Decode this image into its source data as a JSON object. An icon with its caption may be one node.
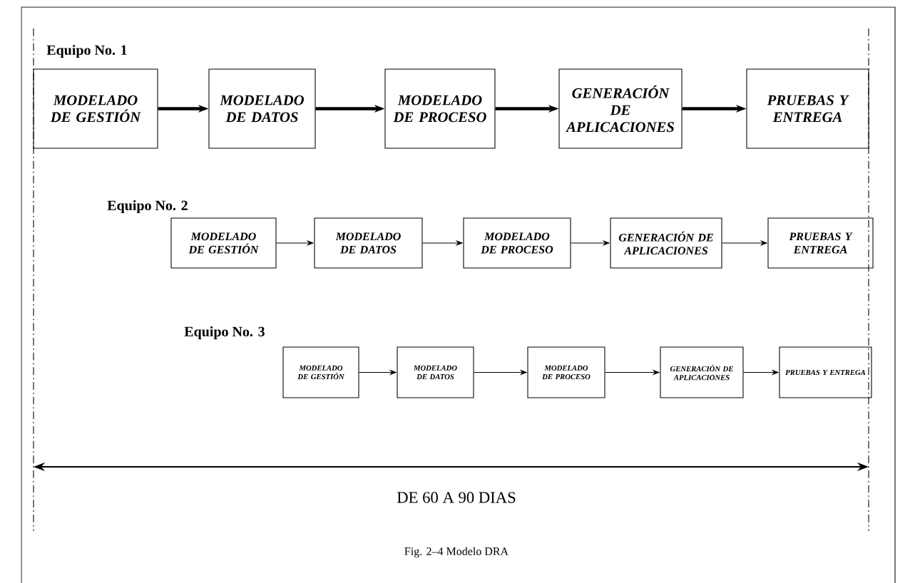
{
  "diagram": {
    "caption": "Fig. 2–4 Modelo DRA",
    "nodes": [
      {
        "text": [
          "MODELADO DE GESTIÓN"
        ]
      },
      {
        "text": [
          "MODELADO DE DATOS"
        ]
      },
      {
        "text": [
          "MODELADO DE PROCESO"
        ]
      },
      {
        "text": [
          "GENERACIÓN DE APLICACIONES"
        ]
      },
      {
        "text": [
          "PRUEBAS Y ENTREGA"
        ]
      },
      {
        "text": [
          "MODELADO DE GESTIÓN"
        ]
      },
      {
        "text": [
          "MODELADO DE DATOS"
        ]
      },
      {
        "text": [
          "MODELADO DE PROCESO"
        ]
      },
      {
        "text": [
          "GENERACIÓN DE APLICACIONES"
        ]
      },
      {
        "text": [
          "PRUEBAS Y ENTREGA"
        ]
      },
      {
        "text": [
          "MODELADO DE GESTIÓN"
        ]
      },
      {
        "text": [
          "MODELADO DE DATOS"
        ]
      },
      {
        "text": [
          "MODELADO DE PROCESO"
        ]
      },
      {
        "text": [
          "GENERACIÓN DE APLICACIONES"
        ]
      },
      {
        "text": [
          "PRUEBAS Y ENTREGA"
        ]
      }
    ],
    "edges": [
      {
        "from": 0,
        "to": 1,
        "arrow": "to",
        "style": "thick"
      },
      {
        "from": 1,
        "to": 2,
        "arrow": "to",
        "style": "thick"
      },
      {
        "from": 2,
        "to": 3,
        "arrow": "to",
        "style": "thick"
      },
      {
        "from": 3,
        "to": 4,
        "arrow": "to",
        "style": "thick"
      },
      {
        "from": 5,
        "to": 6,
        "arrow": "to"
      },
      {
        "from": 6,
        "to": 7,
        "arrow": "to"
      },
      {
        "from": 7,
        "to": 8,
        "arrow": "to"
      },
      {
        "from": 8,
        "to": 9,
        "arrow": "to"
      },
      {
        "from": 10,
        "to": 11,
        "arrow": "to"
      },
      {
        "from": 11,
        "to": 12,
        "arrow": "to"
      },
      {
        "from": 12,
        "to": 13,
        "arrow": "to"
      },
      {
        "from": 13,
        "to": 14,
        "arrow": "to"
      }
    ],
    "labels": [
      "Equipo No. 1",
      "Equipo No. 2",
      "Equipo No. 3",
      "DE 60 A 90 DIAS"
    ]
  }
}
